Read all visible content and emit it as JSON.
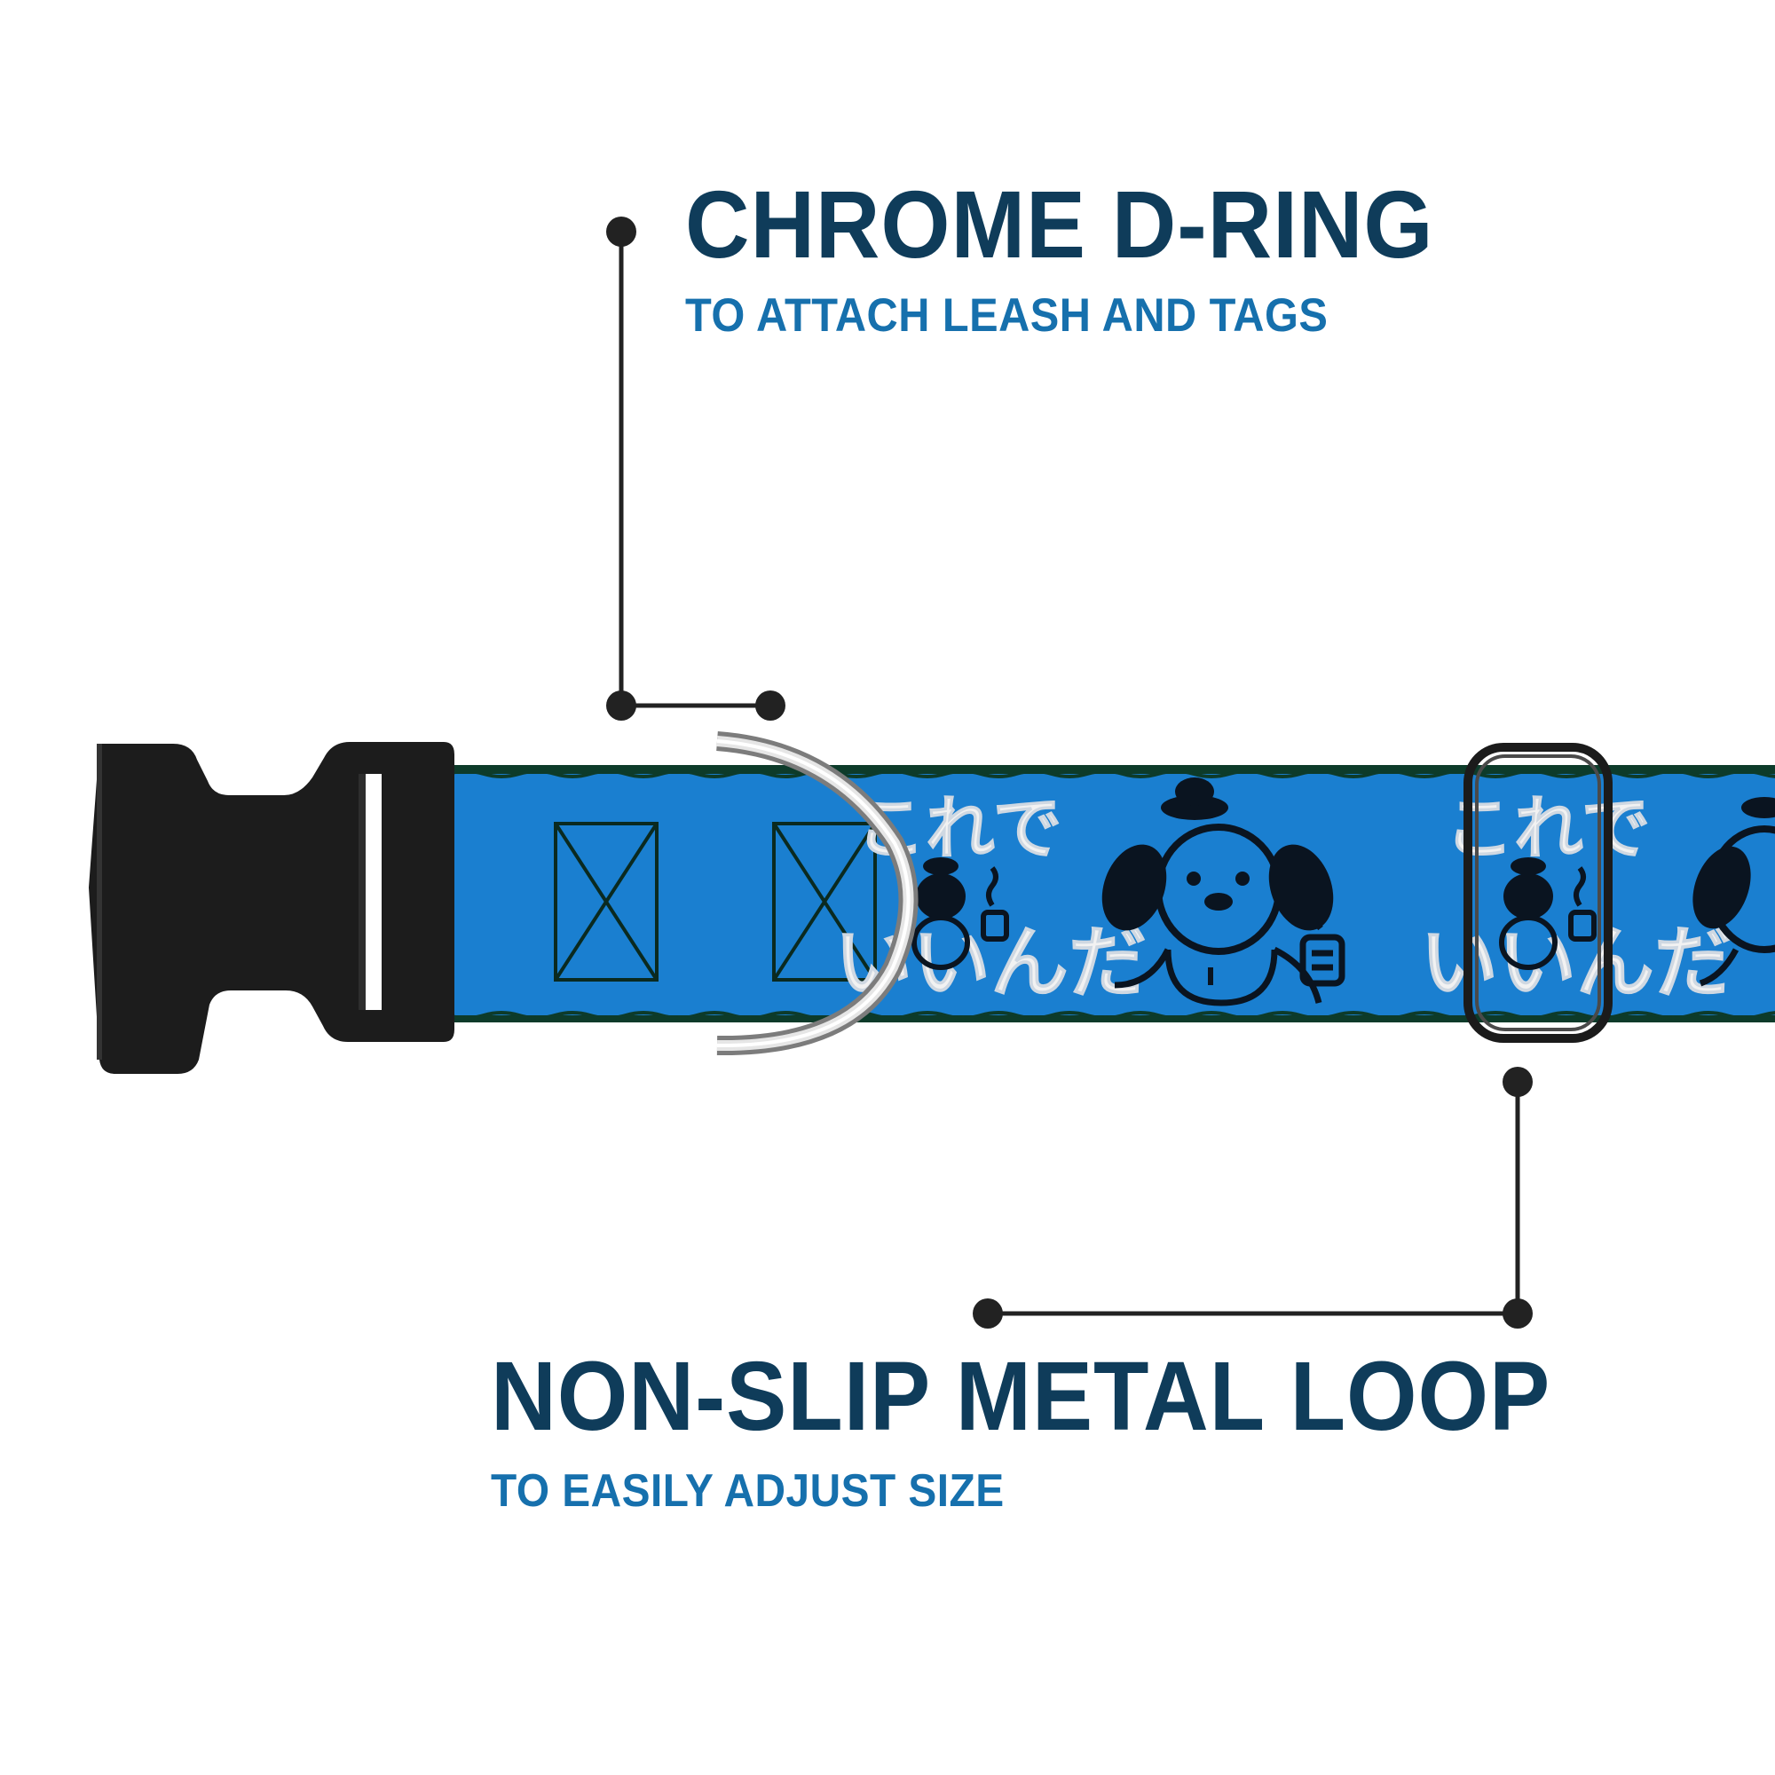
{
  "callouts": {
    "d_ring": {
      "title": "CHROME D-RING",
      "subtitle": "TO ATTACH LEASH AND TAGS"
    },
    "loop": {
      "title": "NON-SLIP METAL LOOP",
      "subtitle": "TO EASILY ADJUST SIZE"
    }
  },
  "collar": {
    "pattern_text_line1": "これで",
    "pattern_text_line2": "いいんだ"
  },
  "colors": {
    "heading": "#0f3c5a",
    "subheading": "#1670ad",
    "strap": "#1a7fd0",
    "strap_edge": "#0d3b2a",
    "buckle": "#1c1c1c",
    "pattern_ink": "#0a1420",
    "pattern_text": "#f2f2f2",
    "leader_line": "#222222"
  },
  "icons": [
    "side-release-buckle-icon",
    "d-ring-icon",
    "slider-loop-icon",
    "dog-character-icon",
    "coffee-cup-icon"
  ]
}
